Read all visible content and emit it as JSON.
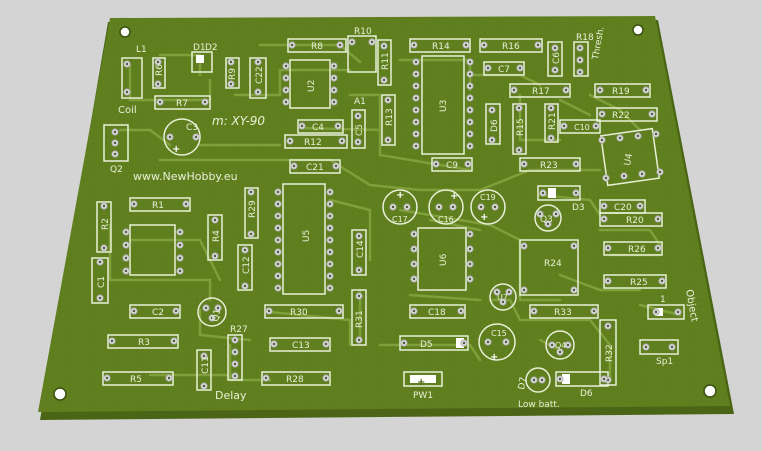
{
  "colors": {
    "background": "#d4d4d4",
    "board": "#5f7f1e",
    "board_edge": "#4a6515",
    "trace": "#7f9f3a",
    "silk": "#e8f0d8",
    "pad": "#d0d0d0"
  },
  "board": {
    "title": "m: XY-90",
    "website": "www.NewHobby.eu"
  },
  "sections": {
    "coil": "Coil",
    "delay": "Delay",
    "low_batt": "Low batt.",
    "thresh": "Thresh.",
    "object": "Object"
  },
  "components": {
    "l1": "L1",
    "d1": "D1",
    "d2": "D2",
    "r6": "R6",
    "r7": "R7",
    "r9": "R9",
    "r8": "R8",
    "r10": "R10",
    "c22": "C22",
    "u2": "U2",
    "a1": "A1",
    "r11": "R11",
    "r14": "R14",
    "r16": "R16",
    "r18": "R18",
    "c6": "C6",
    "c7": "C7",
    "u3": "U3",
    "r13": "R13",
    "r17": "R17",
    "r19": "R19",
    "r22": "R22",
    "r21": "R21",
    "r15": "R15",
    "d6a": "D6",
    "c10": "C10",
    "c4": "C4",
    "c5": "C5",
    "r12": "R12",
    "c3": "C3",
    "q2": "Q2",
    "c9": "C9",
    "r23": "R23",
    "u4": "U4",
    "c21": "C21",
    "r1": "R1",
    "r2": "R2",
    "r29": "R29",
    "r4": "R4",
    "c12": "C12",
    "u5": "U5",
    "c14": "C14",
    "c17": "C17",
    "c16": "C16",
    "c19": "C19",
    "d3": "D3",
    "q3": "Q3",
    "c20": "C20",
    "r20": "R20",
    "c1": "C1",
    "c2": "C2",
    "q1": "Q1",
    "u6": "U6",
    "r24": "R24",
    "r26": "R26",
    "r25": "R25",
    "u7": "U7",
    "r30": "R30",
    "r31": "R31",
    "c18": "C18",
    "r33": "R33",
    "c15": "C15",
    "r3": "R3",
    "r27": "R27",
    "c13": "C13",
    "d5": "D5",
    "q4": "Q4",
    "r32": "R32",
    "sp1": "Sp1",
    "r5": "R5",
    "c11": "C11",
    "r28": "R28",
    "pw1": "PW1",
    "d7": "D7",
    "d6b": "D6",
    "x1": "1"
  }
}
